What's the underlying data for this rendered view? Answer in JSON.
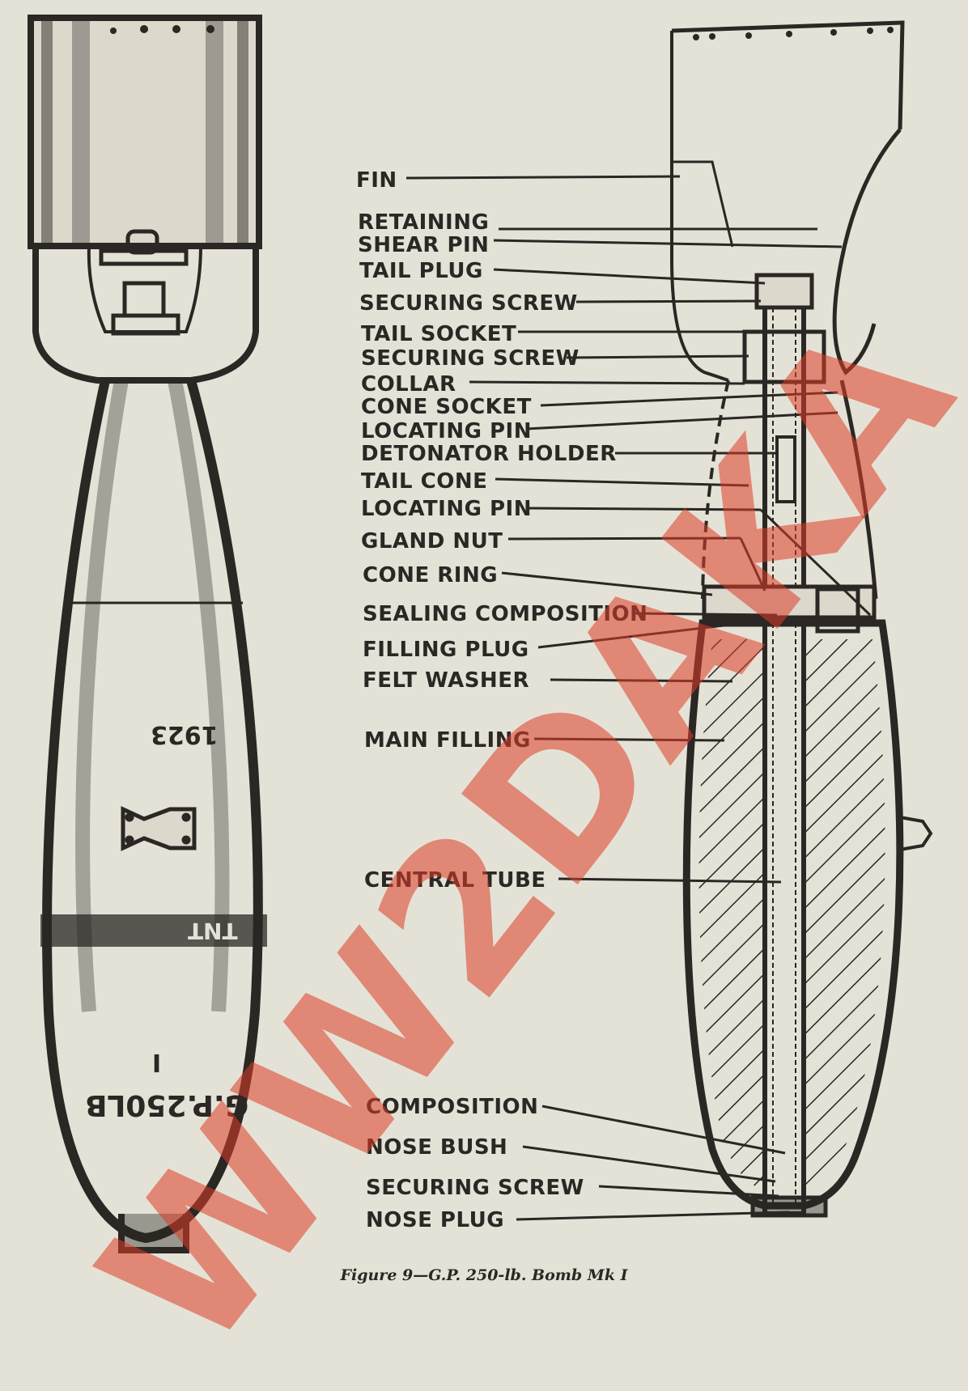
{
  "figure": {
    "caption": "Figure 9—G.P. 250-lb. Bomb Mk I",
    "stencils": {
      "serial": "1923",
      "filling": "TNT",
      "designation": "G.P.250LB",
      "mark": "I"
    },
    "labels": [
      {
        "id": "fin",
        "text": "FIN"
      },
      {
        "id": "retaining",
        "text": "RETAINING"
      },
      {
        "id": "shear-pin",
        "text": "SHEAR PIN"
      },
      {
        "id": "tail-plug",
        "text": "TAIL PLUG"
      },
      {
        "id": "securing-screw-1",
        "text": "SECURING SCREW"
      },
      {
        "id": "tail-socket",
        "text": "TAIL SOCKET"
      },
      {
        "id": "securing-screw-2",
        "text": "SECURING SCREW"
      },
      {
        "id": "collar",
        "text": "COLLAR"
      },
      {
        "id": "cone-socket",
        "text": "CONE SOCKET"
      },
      {
        "id": "locating-pin-1",
        "text": "LOCATING PIN"
      },
      {
        "id": "detonator-holder",
        "text": "DETONATOR HOLDER"
      },
      {
        "id": "tail-cone",
        "text": "TAIL CONE"
      },
      {
        "id": "locating-pin-2",
        "text": "LOCATING PIN"
      },
      {
        "id": "gland-nut",
        "text": "GLAND NUT"
      },
      {
        "id": "cone-ring",
        "text": "CONE RING"
      },
      {
        "id": "sealing-composition",
        "text": "SEALING COMPOSITION"
      },
      {
        "id": "filling-plug",
        "text": "FILLING PLUG"
      },
      {
        "id": "felt-washer",
        "text": "FELT WASHER"
      },
      {
        "id": "main-filling",
        "text": "MAIN FILLING"
      },
      {
        "id": "central-tube",
        "text": "CENTRAL TUBE"
      },
      {
        "id": "composition",
        "text": "COMPOSITION"
      },
      {
        "id": "nose-bush",
        "text": "NOSE BUSH"
      },
      {
        "id": "securing-screw-3",
        "text": "SECURING SCREW"
      },
      {
        "id": "nose-plug",
        "text": "NOSE PLUG"
      }
    ],
    "watermark": "WW2DAKA",
    "colors": {
      "paper": "#e4e2d6",
      "ink": "#2a2724",
      "watermark": "#dc3c28"
    }
  }
}
